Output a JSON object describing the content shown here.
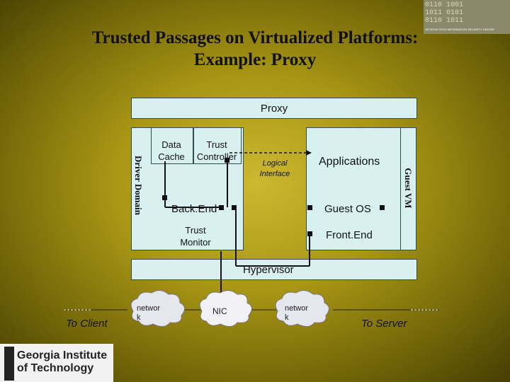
{
  "title": {
    "line1": "Trusted Passages on Virtualized Platforms:",
    "line2": "Example: Proxy"
  },
  "proxy": {
    "label": "Proxy"
  },
  "driver_domain": {
    "label": "Driver Domain",
    "data_cache": "Data Cache",
    "trust_controller": "Trust Controller",
    "back_end": "Back.End",
    "trust_monitor": "Trust Monitor"
  },
  "guest_vm": {
    "label": "Guest VM",
    "applications": "Applications",
    "guest_os": "Guest OS",
    "front_end": "Front.End"
  },
  "logical_interface": "Logical Interface",
  "hypervisor": {
    "label": "Hypervisor"
  },
  "network": {
    "left_cloud": "networ k",
    "right_cloud": "networ k",
    "nic": "NIC",
    "to_client": "To Client",
    "to_server": "To Server"
  },
  "logos": {
    "top_right": "GEORGIA TECH INFORMATION SECURITY CENTER",
    "bottom_left_1": "Georgia Institute",
    "bottom_left_2": "of Technology"
  },
  "colors": {
    "box_fill": "#d9f0f0",
    "background": "#a89614"
  }
}
